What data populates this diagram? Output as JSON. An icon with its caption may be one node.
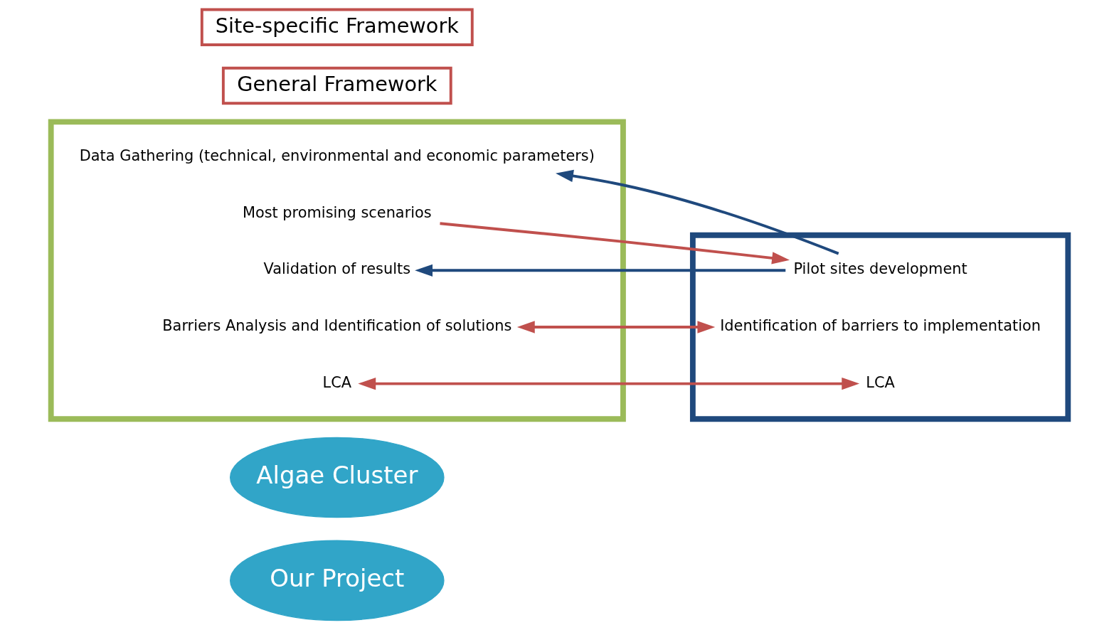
{
  "diagram": {
    "nodes": [
      {
        "text": [
          "Our Project"
        ]
      },
      {
        "text": [
          "Algae Cluster"
        ]
      },
      {
        "text": [],
        "shape": "box"
      },
      {
        "text": [
          "Data Gathering (technical, environmental and economic parameters)"
        ],
        "in": 2
      },
      {
        "text": [
          "Most promising scenarios"
        ],
        "in": 2
      },
      {
        "text": [
          "Validation of results"
        ],
        "in": 2
      },
      {
        "text": [
          "Barriers Analysis and Identification of solutions"
        ],
        "in": 2
      },
      {
        "text": [
          "LCA"
        ],
        "in": 2
      },
      {
        "text": [],
        "shape": "box"
      },
      {
        "text": [
          "Pilot sites development"
        ],
        "in": 8
      },
      {
        "text": [
          "Identification of barriers to implementation"
        ],
        "in": 8
      },
      {
        "text": [
          "LCA"
        ],
        "in": 8
      },
      {
        "text": [
          "General Framework"
        ]
      },
      {
        "text": [
          "Site-specific Framework"
        ]
      }
    ],
    "edges": [
      {
        "from": 9,
        "to": 3,
        "arrow": "to",
        "color": "#1f497d"
      },
      {
        "from": 4,
        "to": 9,
        "arrow": "to"
      },
      {
        "from": 9,
        "to": 5,
        "arrow": "to",
        "color": "#1f497d"
      },
      {
        "from": 6,
        "to": 10,
        "arrow": "both"
      },
      {
        "from": 7,
        "to": 11,
        "arrow": "both"
      }
    ]
  }
}
